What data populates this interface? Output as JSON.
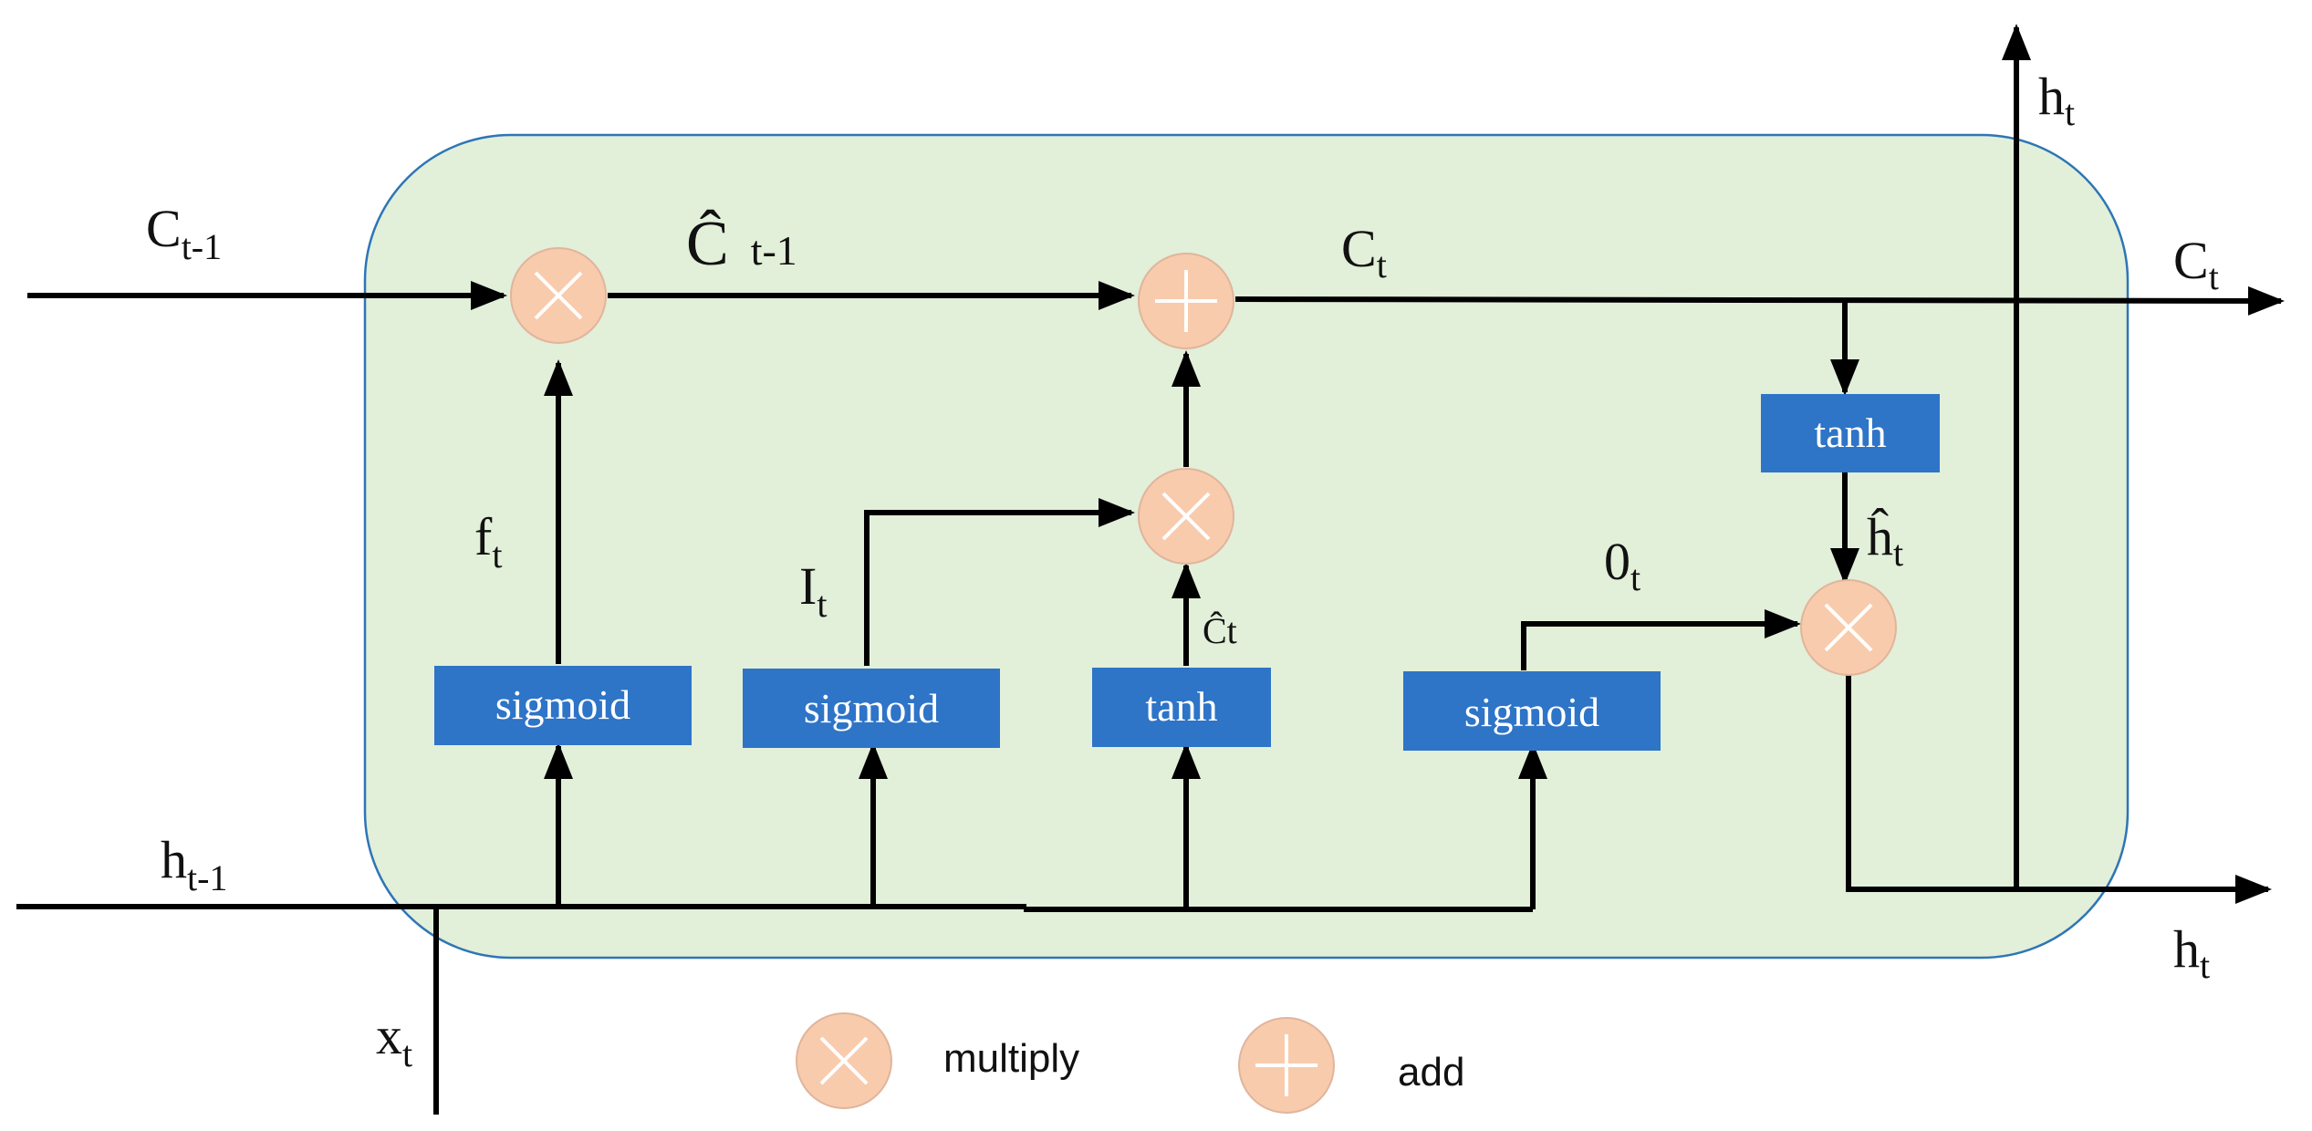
{
  "labels": {
    "c_prev": {
      "main": "C",
      "sub": "t-1"
    },
    "c_hat_prev": {
      "main": "Ĉ",
      "sub": "t-1"
    },
    "c_t_mid": {
      "main": "C",
      "sub": "t"
    },
    "c_t_out": {
      "main": "C",
      "sub": "t"
    },
    "h_t_top": {
      "main": "h",
      "sub": "t"
    },
    "h_t_out": {
      "main": "h",
      "sub": "t"
    },
    "h_prev": {
      "main": "h",
      "sub": "t-1"
    },
    "x_t": {
      "main": "x",
      "sub": "t"
    },
    "f_t": {
      "main": "f",
      "sub": "t"
    },
    "i_t": {
      "main": "I",
      "sub": "t"
    },
    "c_hat_t": "Ĉt",
    "o_t": {
      "main": "0",
      "sub": "t"
    },
    "h_hat_t": {
      "main": "ĥ",
      "sub": "t"
    }
  },
  "gates": {
    "forget": "sigmoid",
    "input": "sigmoid",
    "candidate": "tanh",
    "output": "sigmoid",
    "cell_tanh": "tanh"
  },
  "legend": {
    "multiply": "multiply",
    "add": "add"
  },
  "colors": {
    "cell_fill": "#e2efd9",
    "cell_border": "#2e75b6",
    "gate_fill": "#2e74c7",
    "op_fill": "#f8cbad",
    "op_stroke": "#ffffff",
    "wire": "#000000"
  }
}
